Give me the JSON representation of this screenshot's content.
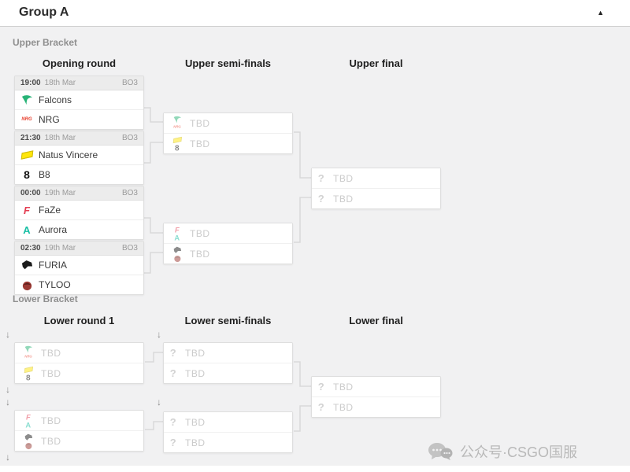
{
  "header": {
    "title": "Group A",
    "collapse_glyph": "▲"
  },
  "labels": {
    "tbd": "TBD",
    "unknown": "?"
  },
  "upper": {
    "section_label": "Upper Bracket",
    "columns": [
      "Opening round",
      "Upper semi-finals",
      "Upper final"
    ],
    "matches": [
      {
        "time": "19:00",
        "date": "18th Mar",
        "format": "BO3",
        "teams": [
          {
            "name": "Falcons"
          },
          {
            "name": "NRG"
          }
        ]
      },
      {
        "time": "21:30",
        "date": "18th Mar",
        "format": "BO3",
        "teams": [
          {
            "name": "Natus Vincere"
          },
          {
            "name": "B8"
          }
        ]
      },
      {
        "time": "00:00",
        "date": "19th Mar",
        "format": "BO3",
        "teams": [
          {
            "name": "FaZe"
          },
          {
            "name": "Aurora"
          }
        ]
      },
      {
        "time": "02:30",
        "date": "19th Mar",
        "format": "BO3",
        "teams": [
          {
            "name": "FURIA"
          },
          {
            "name": "TYLOO"
          }
        ]
      }
    ]
  },
  "lower": {
    "section_label": "Lower Bracket",
    "columns": [
      "Lower round 1",
      "Lower semi-finals",
      "Lower final"
    ]
  },
  "logo_glyphs": {
    "nrg": "NRG",
    "b8": "8",
    "faze": "F",
    "aurora": "A"
  },
  "team_colors": {
    "falcons": "#27b376",
    "nrg": "#e8402f",
    "natus_vincere": "#ffe60a",
    "b8": "#141414",
    "faze": "#e43d52",
    "aurora": "#19bfa5",
    "furia": "#1b1b1b",
    "tyloo": "#9c3a34"
  },
  "ui_colors": {
    "panel_bg": "#f1f1f2",
    "card_header_bg": "#ececec",
    "connector": "#d9d9d9",
    "tbd_text": "#cbcbcb",
    "muted_text": "#999999"
  },
  "watermark": {
    "text": "公众号·CSGO国服"
  }
}
